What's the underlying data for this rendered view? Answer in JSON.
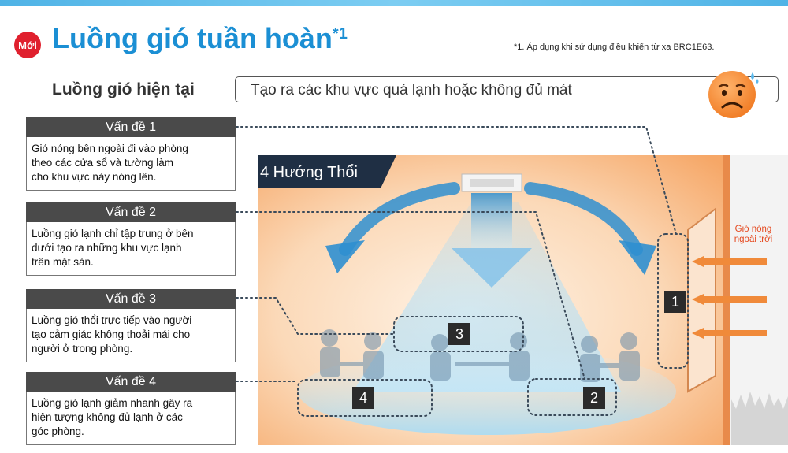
{
  "header": {
    "badge": "Mới",
    "title": "Luồng gió tuần hoàn",
    "title_sup": "*1",
    "footnote": "*1. Áp dụng khi sử dụng điều khiển từ xa BRC1E63."
  },
  "current": {
    "label": "Luồng gió hiện tại",
    "description": "Tạo ra các khu vực quá lạnh hoặc không đủ mát",
    "icon": "sad-face-icon"
  },
  "issues": [
    {
      "title": "Vấn đề 1",
      "lines": [
        "Gió nóng bên ngoài đi vào phòng",
        "theo các cửa sổ và tường làm",
        "cho khu vực này nóng lên."
      ]
    },
    {
      "title": "Vấn đề 2",
      "lines": [
        "Luồng gió lạnh chỉ tập trung ở bên",
        "dưới tạo ra những khu vực lạnh",
        "trên mặt sàn."
      ]
    },
    {
      "title": "Vấn đề 3",
      "lines": [
        "Luồng gió thổi trực tiếp vào người",
        "tạo cảm giác không thoải mái cho",
        "người ở trong phòng."
      ]
    },
    {
      "title": "Vấn đề 4",
      "lines": [
        "Luồng gió lạnh giảm nhanh gây ra",
        "hiện tượng không đủ lạnh ở các",
        "góc phòng."
      ]
    }
  ],
  "scene": {
    "title": "4 Hướng Thổi",
    "hot_air_line1": "Gió nóng",
    "hot_air_line2": "ngoài trời",
    "zone_1": "1",
    "zone_2": "2",
    "zone_3": "3",
    "zone_4": "4"
  },
  "colors": {
    "title_blue": "#1b8fd4",
    "badge_red": "#e0202e",
    "hot_orange": "#f28a3a",
    "air_blue": "#2f8fd0"
  }
}
